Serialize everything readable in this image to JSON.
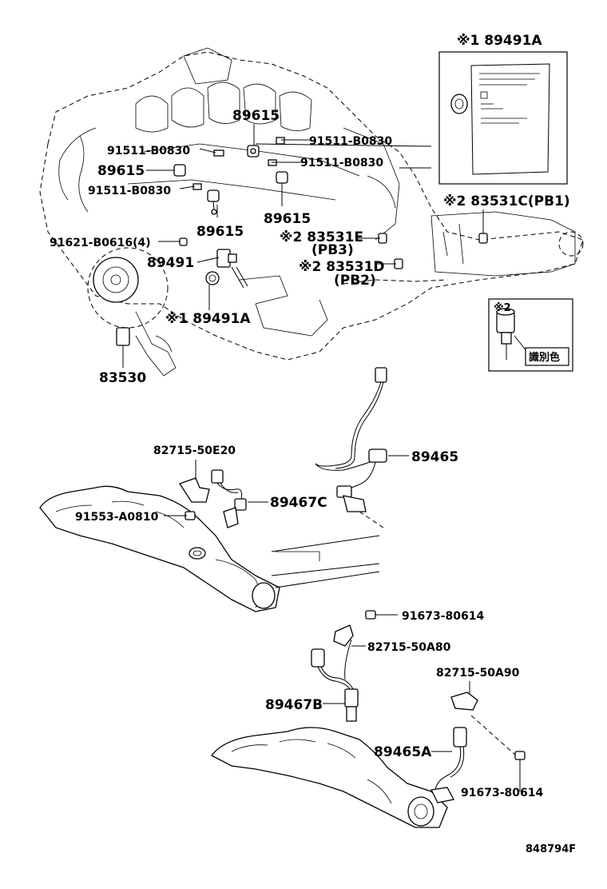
{
  "labels": {
    "inset_top": "※1 89491A",
    "l_89615_a": "89615",
    "l_91511_a": "91511-B0830",
    "l_91511_b": "91511-B0830",
    "l_91511_c": "91511-B0830",
    "l_89615_b": "89615",
    "l_91511_d": "91511-B0830",
    "l_89615_c": "89615",
    "l_89615_d": "89615",
    "l_83531c": "※2 83531C(PB1)",
    "l_91621": "91621-B0616(4)",
    "l_83531e": "※2 83531E",
    "l_pb3": "(PB3)",
    "l_89491": "89491",
    "l_83531d": "※2 83531D",
    "l_pb2": "(PB2)",
    "l_89491a": "※1 89491A",
    "l_83530": "83530",
    "inset_bottom_mark": "※2",
    "inset_bottom_tag": "識別色",
    "l_82715_50e20": "82715-50E20",
    "l_89465": "89465",
    "l_89467c": "89467C",
    "l_91553": "91553-A0810",
    "l_91673_a": "91673-80614",
    "l_82715_50a80": "82715-50A80",
    "l_82715_50a90": "82715-50A90",
    "l_89467b": "89467B",
    "l_89465a": "89465A",
    "l_91673_b": "91673-80614",
    "diagram_code": "848794F"
  }
}
